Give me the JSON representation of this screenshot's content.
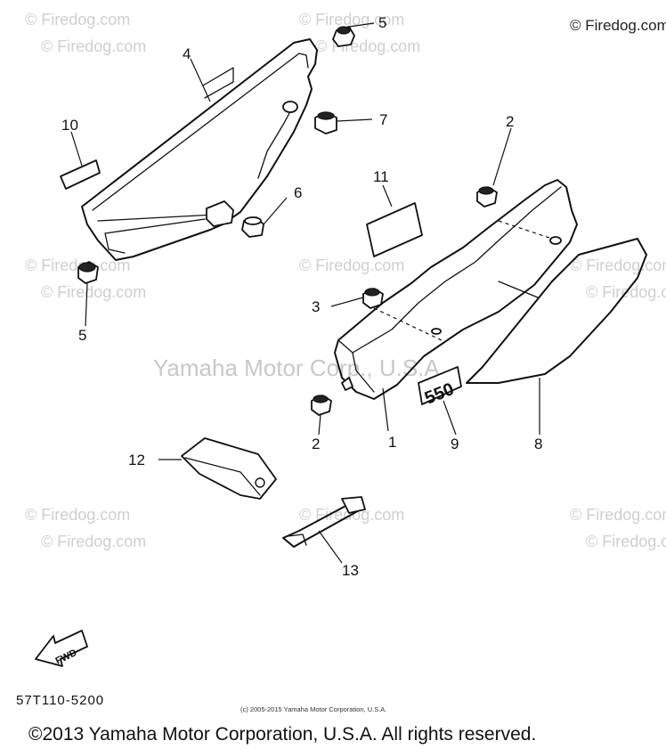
{
  "corner_watermark": "© Firedog.com",
  "watermark_text": "© Firedog.com",
  "center_watermark": "Yamaha Motor Corp., U.S.A.",
  "callouts": [
    "5",
    "4",
    "10",
    "7",
    "2",
    "6",
    "11",
    "5",
    "3",
    "2",
    "1",
    "9",
    "8",
    "12",
    "13"
  ],
  "badge_text": "550",
  "fwd_label": "FWD",
  "diagram_code": "57T110-5200",
  "small_copyright": "(c) 2005-2015 Yamaha Motor Corporation, U.S.A.",
  "copyright": "©2013 Yamaha Motor Corporation, U.S.A. All rights reserved."
}
